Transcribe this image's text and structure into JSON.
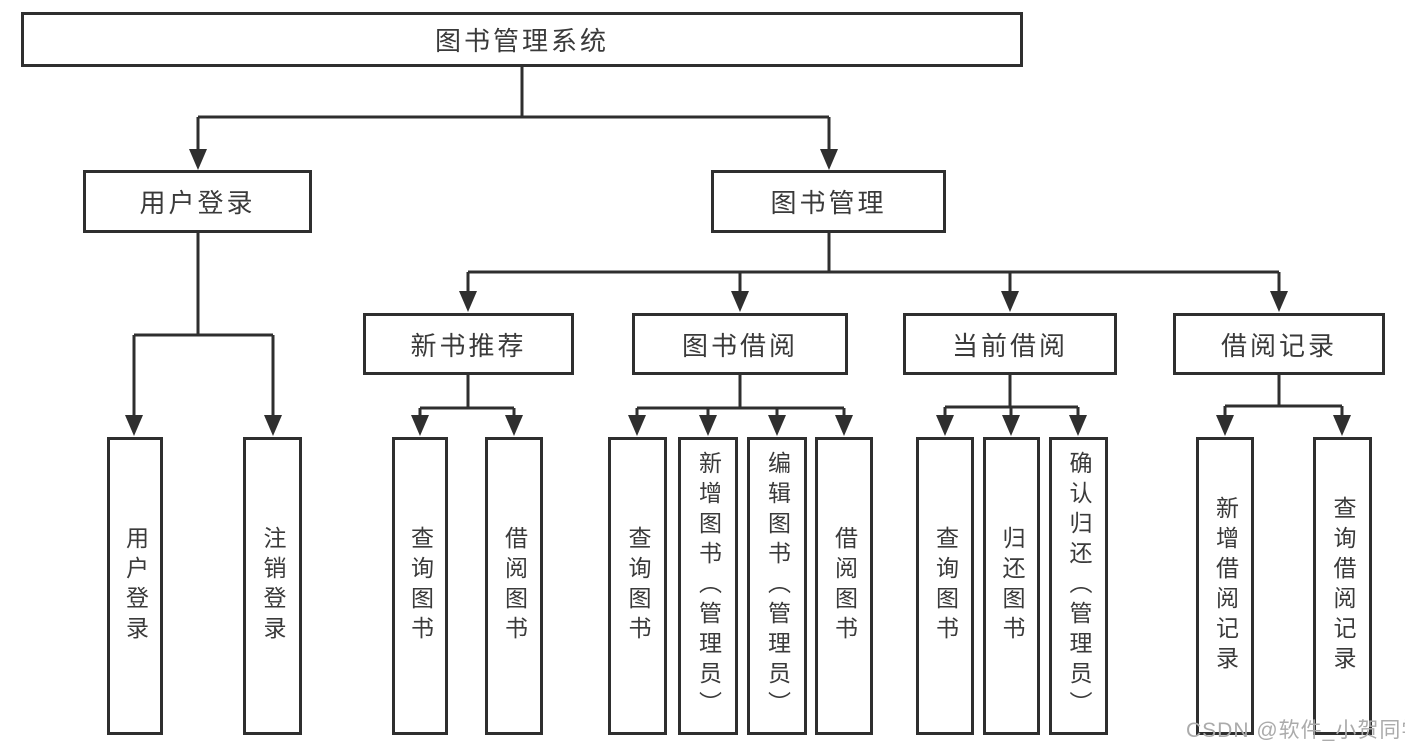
{
  "diagram": {
    "root": {
      "label": "图书管理系统"
    },
    "branches": [
      {
        "label": "用户登录",
        "children": [
          {
            "label": "用户登录"
          },
          {
            "label": "注销登录"
          }
        ]
      },
      {
        "label": "图书管理",
        "children": [
          {
            "label": "新书推荐",
            "children": [
              {
                "label": "查询图书"
              },
              {
                "label": "借阅图书"
              }
            ]
          },
          {
            "label": "图书借阅",
            "children": [
              {
                "label": "查询图书"
              },
              {
                "label": "新增图书（管理员）"
              },
              {
                "label": "编辑图书（管理员）"
              },
              {
                "label": "借阅图书"
              }
            ]
          },
          {
            "label": "当前借阅",
            "children": [
              {
                "label": "查询图书"
              },
              {
                "label": "归还图书"
              },
              {
                "label": "确认归还（管理员）"
              }
            ]
          },
          {
            "label": "借阅记录",
            "children": [
              {
                "label": "新增借阅记录"
              },
              {
                "label": "查询借阅记录"
              }
            ]
          }
        ]
      }
    ]
  },
  "watermark": {
    "text": "CSDN @软件_小贺同学"
  },
  "colors": {
    "line": "#2f2f2f",
    "text": "#3a3a3a",
    "watermark": "#ababab",
    "background": "#ffffff"
  }
}
